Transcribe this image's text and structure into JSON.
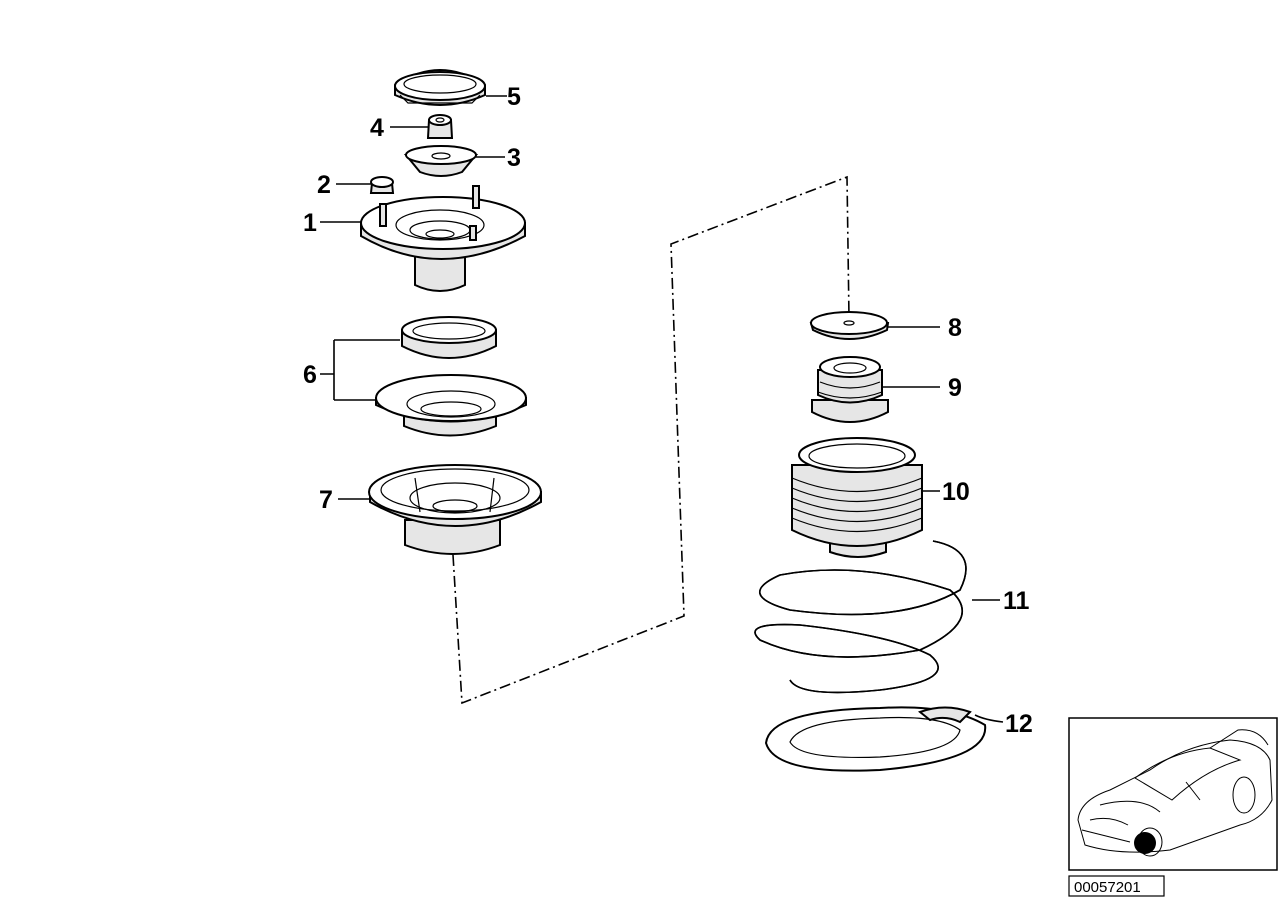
{
  "callouts": [
    "1",
    "2",
    "3",
    "4",
    "5",
    "6",
    "7",
    "8",
    "9",
    "10",
    "11",
    "12"
  ],
  "diagram_code": "00057201"
}
